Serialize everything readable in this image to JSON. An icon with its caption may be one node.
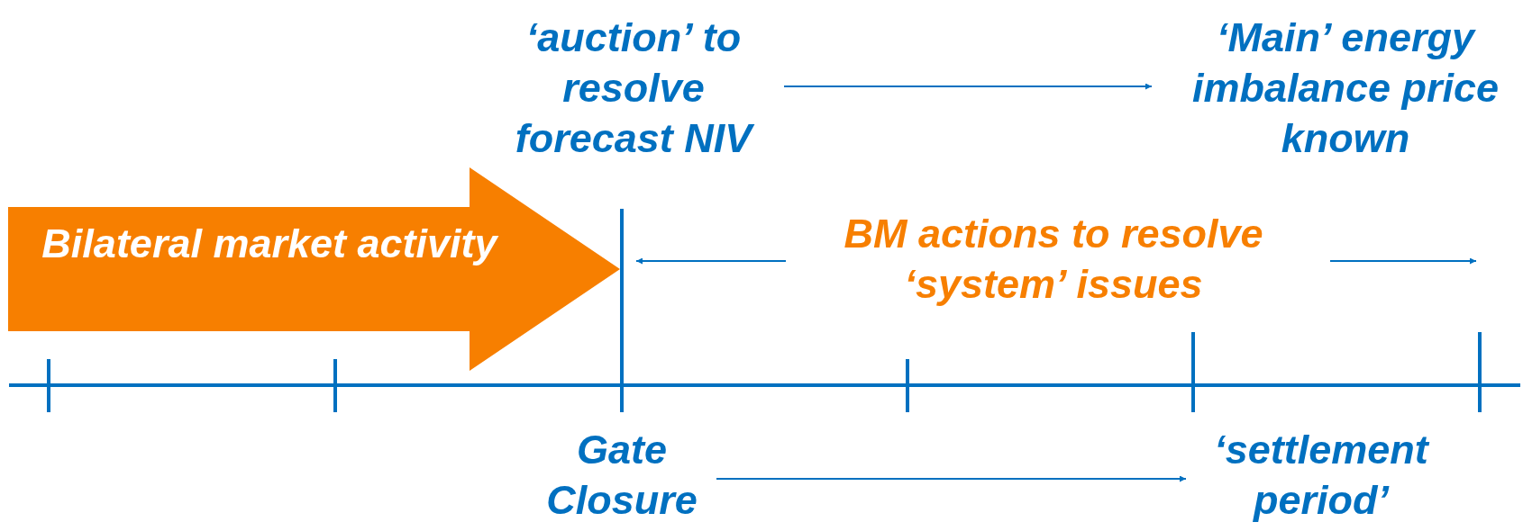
{
  "diagram": {
    "nodes": [
      {
        "text": [
          "‘auction’ to resolve forecast NIV"
        ]
      },
      {
        "text": [
          "‘Main’ energy imbalance price known"
        ]
      },
      {
        "text": [
          "Bilateral market activity"
        ]
      },
      {
        "text": [],
        "shape": "bar"
      },
      {
        "text": [
          "BM actions to resolve ‘system’ issues"
        ]
      },
      {
        "text": [],
        "shape": "bar"
      },
      {
        "text": [
          "Gate Closure"
        ]
      },
      {
        "text": [
          "‘settlement period’"
        ]
      }
    ],
    "edges": [
      {
        "from": 0,
        "to": 1,
        "arrow": "to"
      },
      {
        "from": 4,
        "to": 3,
        "arrow": "to"
      },
      {
        "from": 4,
        "to": 5,
        "arrow": "to"
      },
      {
        "from": 6,
        "to": 7,
        "arrow": "to"
      }
    ]
  }
}
